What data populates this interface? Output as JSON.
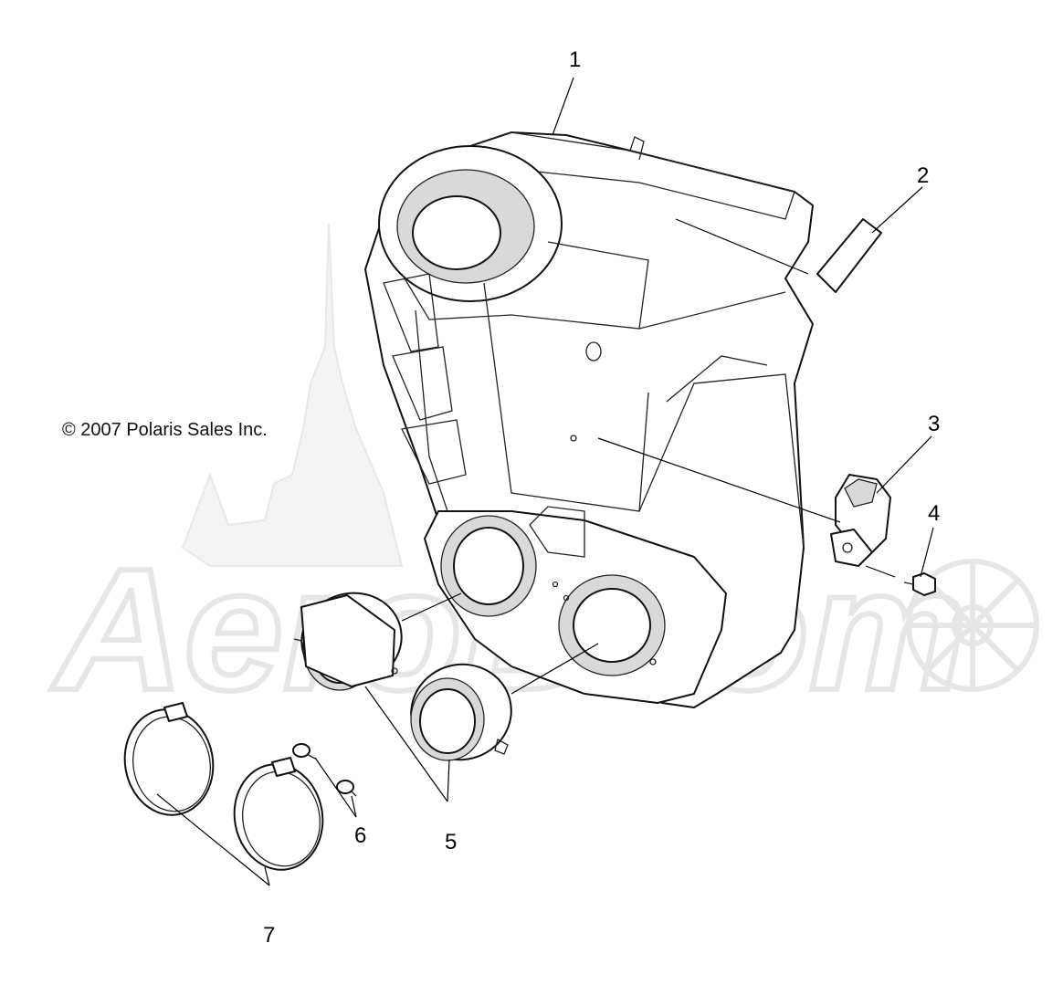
{
  "copyright": "© 2007 Polaris Sales Inc.",
  "watermark": "AeroBoom",
  "callouts": [
    "1",
    "2",
    "3",
    "4",
    "5",
    "6",
    "7"
  ],
  "colors": {
    "ink": "#000000",
    "watermark": "#e6e6e6",
    "background": "#ffffff"
  }
}
